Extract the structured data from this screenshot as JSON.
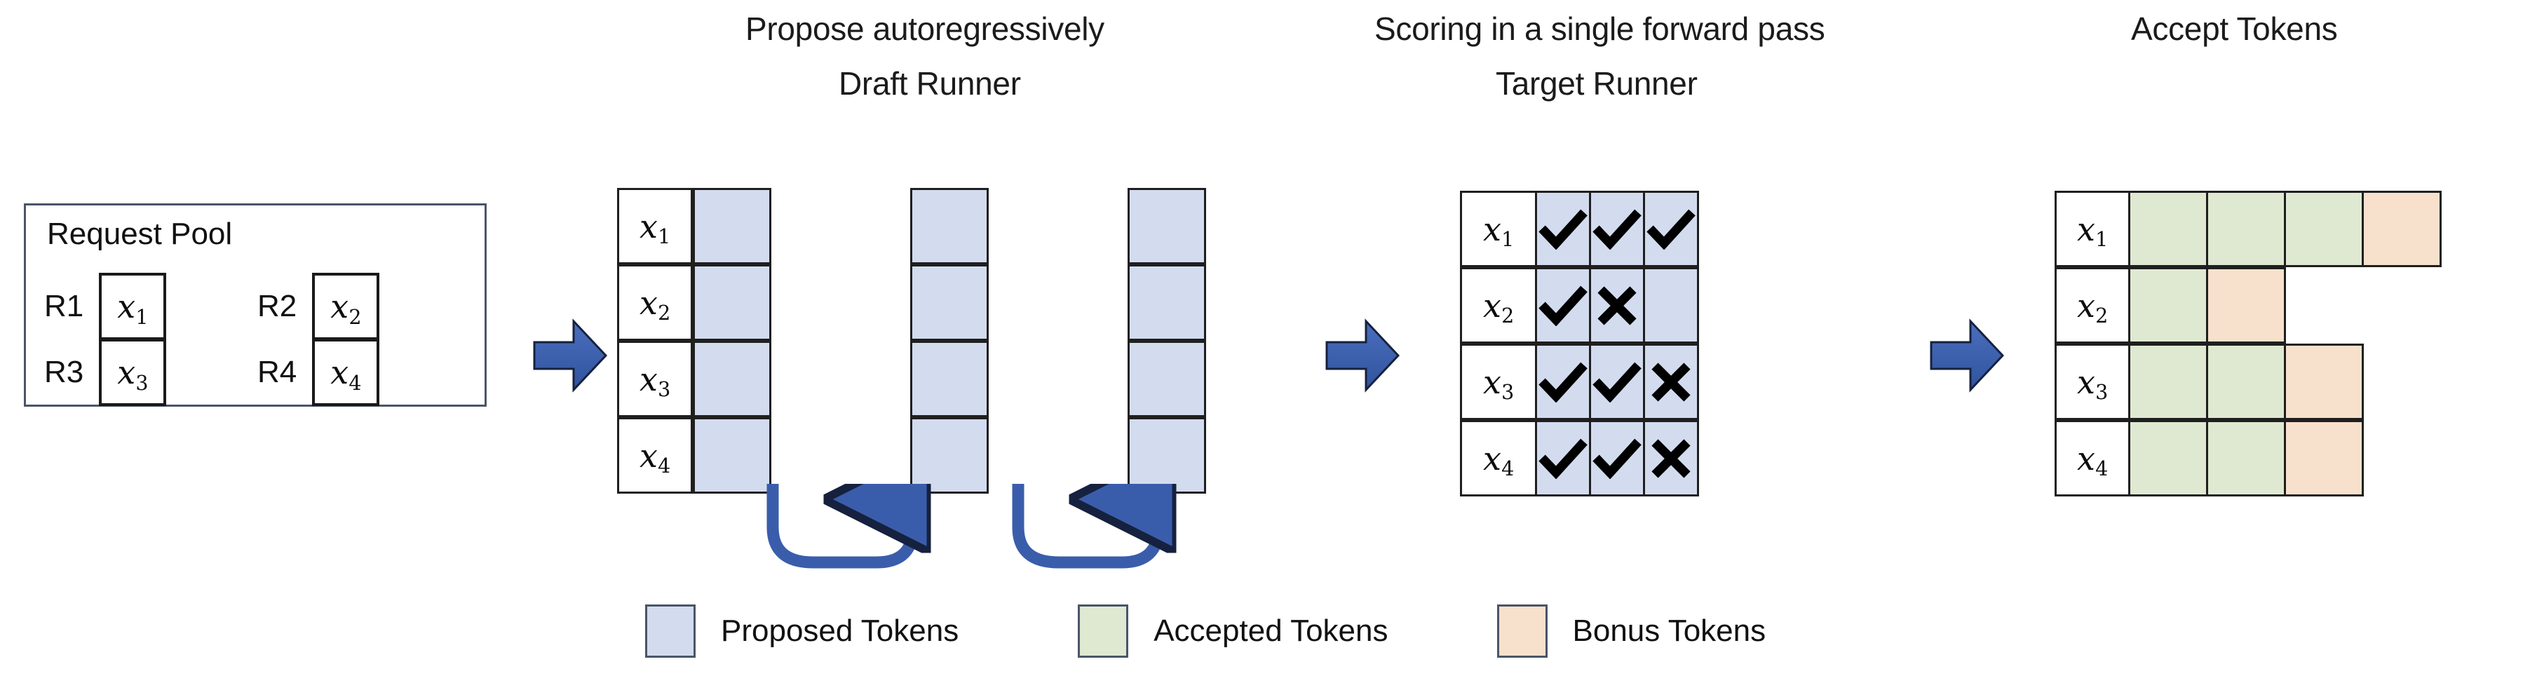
{
  "headings": {
    "propose": "Propose autoregressively",
    "draft_runner": "Draft Runner",
    "scoring": "Scoring in a single forward pass",
    "target_runner": "Target Runner",
    "accept": "Accept Tokens"
  },
  "request_pool": {
    "title": "Request Pool",
    "requests": [
      {
        "id": "R1",
        "token": "x",
        "index": "1"
      },
      {
        "id": "R2",
        "token": "x",
        "index": "2"
      },
      {
        "id": "R3",
        "token": "x",
        "index": "3"
      },
      {
        "id": "R4",
        "token": "x",
        "index": "4"
      }
    ]
  },
  "draft_runner": {
    "row_labels": [
      {
        "token": "x",
        "index": "1"
      },
      {
        "token": "x",
        "index": "2"
      },
      {
        "token": "x",
        "index": "3"
      },
      {
        "token": "x",
        "index": "4"
      }
    ],
    "step_count": 3,
    "cell_state": "proposed"
  },
  "target_runner": {
    "row_labels": [
      {
        "token": "x",
        "index": "1"
      },
      {
        "token": "x",
        "index": "2"
      },
      {
        "token": "x",
        "index": "3"
      },
      {
        "token": "x",
        "index": "4"
      }
    ],
    "marks": [
      [
        "check",
        "check",
        "check"
      ],
      [
        "check",
        "cross",
        "none"
      ],
      [
        "check",
        "check",
        "cross"
      ],
      [
        "check",
        "check",
        "cross"
      ]
    ]
  },
  "accept_tokens": {
    "row_labels": [
      {
        "token": "x",
        "index": "1"
      },
      {
        "token": "x",
        "index": "2"
      },
      {
        "token": "x",
        "index": "3"
      },
      {
        "token": "x",
        "index": "4"
      }
    ],
    "rows": [
      [
        "accepted",
        "accepted",
        "accepted",
        "bonus"
      ],
      [
        "accepted",
        "bonus"
      ],
      [
        "accepted",
        "accepted",
        "bonus"
      ],
      [
        "accepted",
        "accepted",
        "bonus"
      ]
    ]
  },
  "legend": [
    {
      "label": "Proposed Tokens",
      "color": "#d3dcef",
      "swatch": "proposed"
    },
    {
      "label": "Accepted Tokens",
      "color": "#dfe9d2",
      "swatch": "accepted"
    },
    {
      "label": "Bonus Tokens",
      "color": "#f8e1cc",
      "swatch": "bonus"
    }
  ],
  "colors": {
    "proposed": "#d3dcef",
    "accepted": "#dfe9d2",
    "bonus": "#f8e1cc",
    "arrow": "#3a5dab",
    "border": "#1f1f1f",
    "pool_border": "#4a5568"
  },
  "icons": {
    "check": "check-icon",
    "cross": "cross-icon",
    "block_arrow": "block-arrow-right-icon",
    "loop_arrow": "loop-arrow-up-icon"
  }
}
